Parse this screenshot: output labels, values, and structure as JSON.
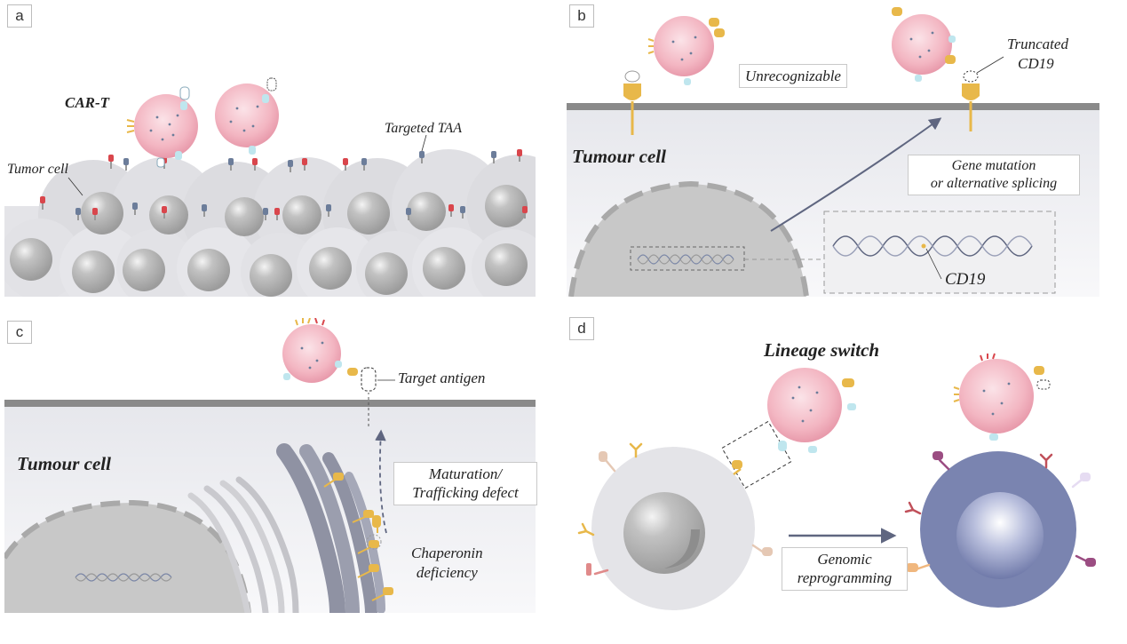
{
  "panels": {
    "a": {
      "label": "a",
      "car_t": "CAR-T",
      "tumor_cell": "Tumor cell",
      "targeted_taa": "Targeted TAA"
    },
    "b": {
      "label": "b",
      "unrecognizable": "Unrecognizable",
      "truncated_line1": "Truncated",
      "truncated_line2": "CD19",
      "tumour_cell": "Tumour cell",
      "gene_line1": "Gene mutation",
      "gene_line2": "or alternative splicing",
      "cd19": "CD19"
    },
    "c": {
      "label": "c",
      "target_antigen": "Target antigen",
      "tumour_cell": "Tumour cell",
      "maturation_line1": "Maturation/",
      "maturation_line2": "Trafficking defect",
      "chaperonin_line1": "Chaperonin",
      "chaperonin_line2": "deficiency"
    },
    "d": {
      "label": "d",
      "lineage_switch": "Lineage switch",
      "genomic_line1": "Genomic",
      "genomic_line2": "reprogramming"
    }
  },
  "colors": {
    "car_t_fill": "#f2b3bf",
    "cell_gray": "#d9d9de",
    "nucleus_gray": "#a9a9a9",
    "membrane": "#7d7d7d",
    "antigen_yellow": "#e8b84a",
    "antigen_red": "#d9464c",
    "antigen_blue": "#6c7d9a",
    "myeloid_blue": "#7a84b0",
    "arrow": "#5f6680"
  }
}
